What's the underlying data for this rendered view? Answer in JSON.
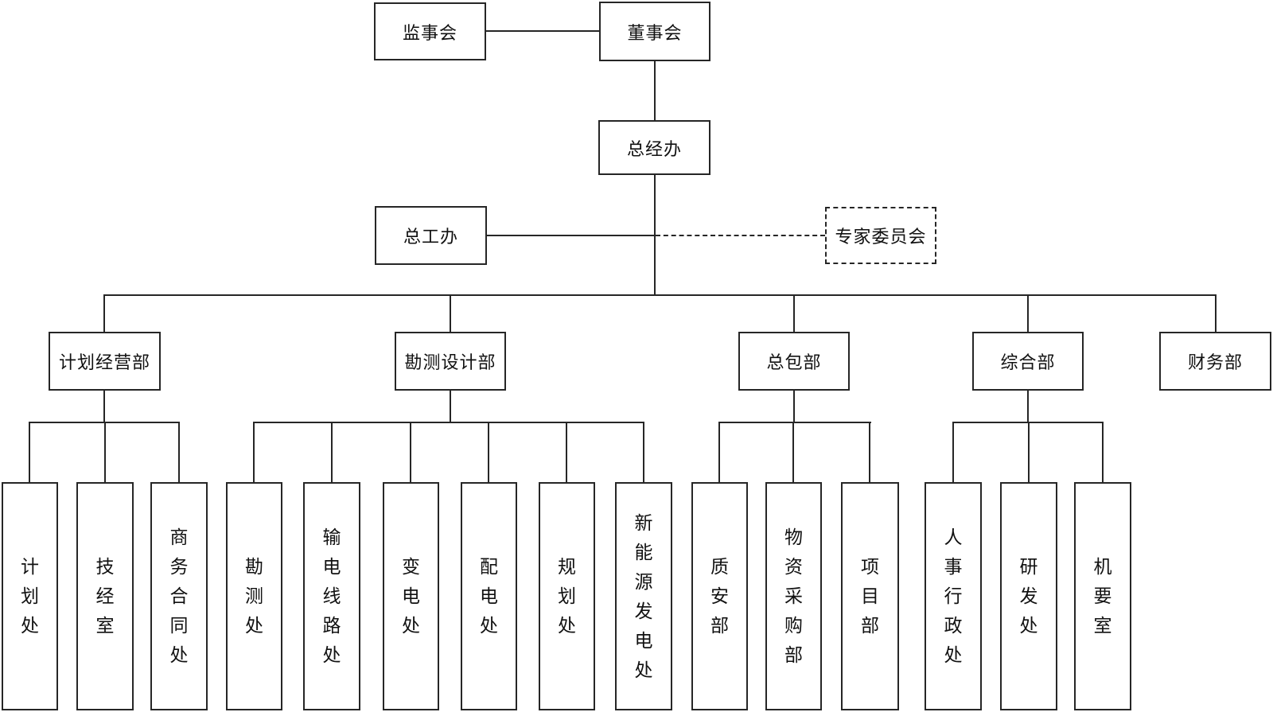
{
  "org": {
    "type": "org_chart",
    "top": {
      "supervisory": "监事会",
      "board": "董事会",
      "gm_office": "总经办",
      "chief_engineer_office": "总工办",
      "expert_committee": "专家委员会"
    },
    "departments": [
      {
        "label": "计划经营部",
        "children": [
          "计划处",
          "技经室",
          "商务合同处"
        ]
      },
      {
        "label": "勘测设计部",
        "children": [
          "勘测处",
          "输电线路处",
          "变电处",
          "配电处",
          "规划处",
          "新能源发电处"
        ]
      },
      {
        "label": "总包部",
        "children": [
          "质安部",
          "物资采购部",
          "项目部"
        ]
      },
      {
        "label": "综合部",
        "children": [
          "人事行政处",
          "研发处",
          "机要室"
        ]
      },
      {
        "label": "财务部",
        "children": []
      }
    ],
    "colors": {
      "line": "#262626",
      "text": "#111111",
      "background": "#ffffff"
    }
  }
}
